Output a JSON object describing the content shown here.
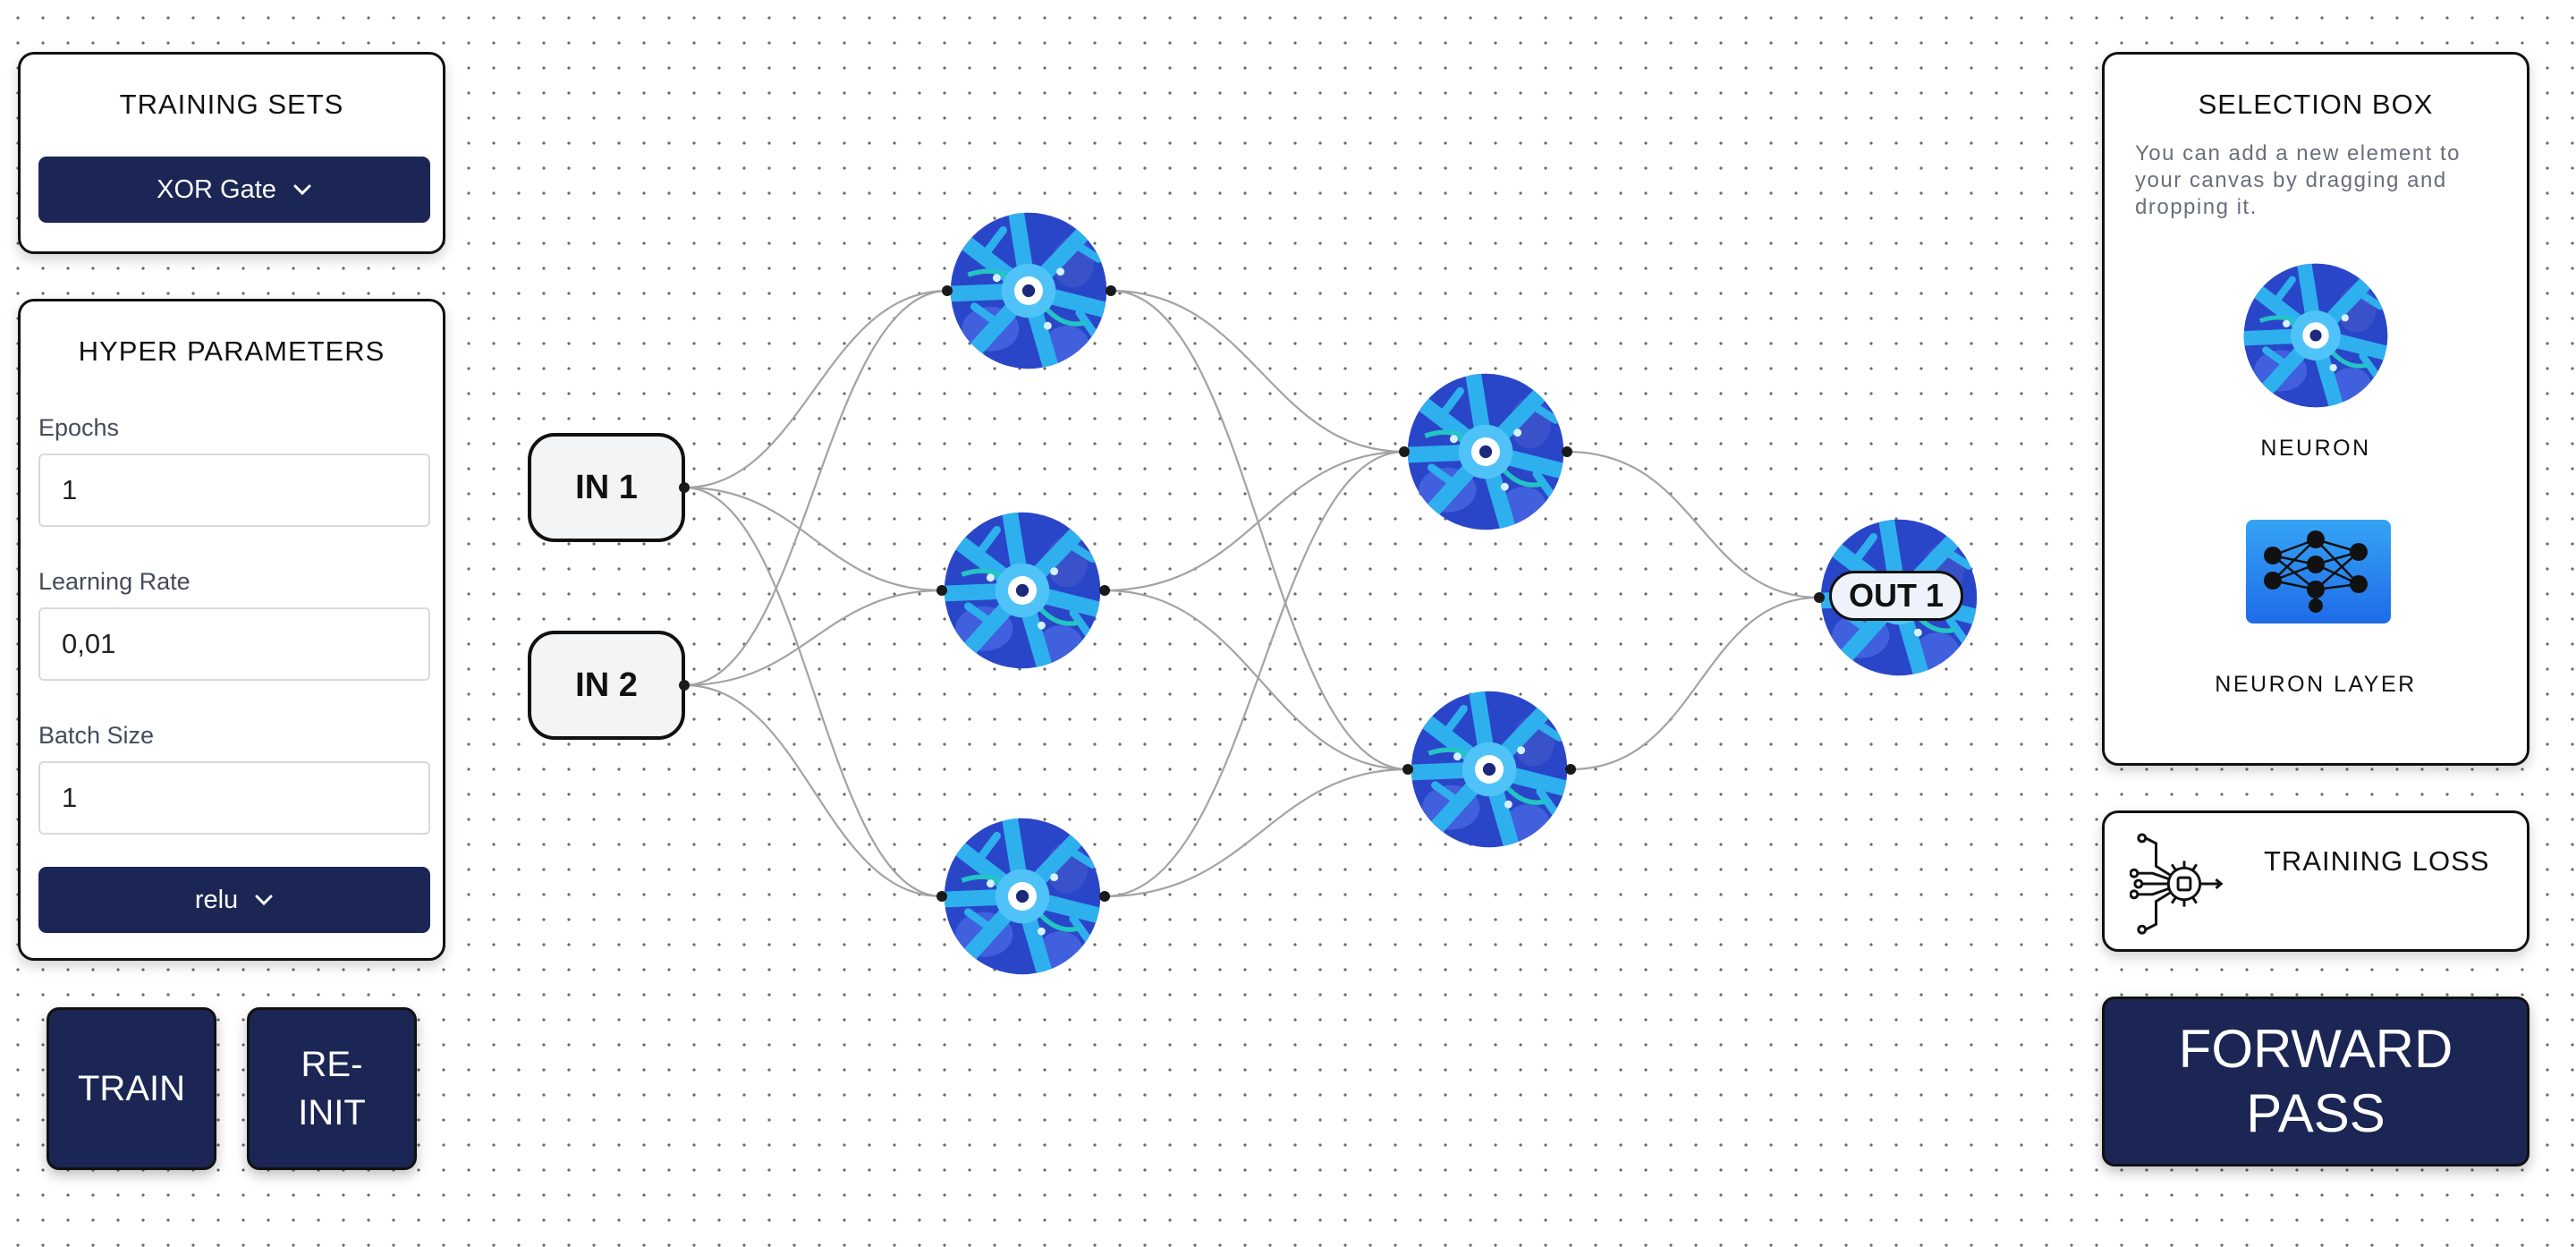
{
  "training_sets": {
    "title": "TRAINING SETS",
    "selected": "XOR Gate"
  },
  "hyper_parameters": {
    "title": "HYPER PARAMETERS",
    "epochs_label": "Epochs",
    "epochs_value": "1",
    "learning_rate_label": "Learning Rate",
    "learning_rate_value": "0,01",
    "batch_size_label": "Batch Size",
    "batch_size_value": "1",
    "activation": "relu"
  },
  "actions": {
    "train": "TRAIN",
    "reinit_line1": "RE-",
    "reinit_line2": "INIT",
    "forward_line1": "FORWARD",
    "forward_line2": "PASS"
  },
  "canvas": {
    "inputs": [
      "IN 1",
      "IN 2"
    ],
    "output": "OUT 1"
  },
  "selection_box": {
    "title": "SELECTION BOX",
    "description": "You can add a new element to your canvas by dragging and dropping it.",
    "items": [
      {
        "label": "NEURON",
        "icon": "neuron-icon"
      },
      {
        "label": "NEURON LAYER",
        "icon": "neural-network-icon"
      }
    ]
  },
  "training_loss": {
    "title": "TRAINING LOSS",
    "icon": "ai-chip-icon"
  },
  "colors": {
    "navy": "#1b2654",
    "neuron_dark": "#2a46c8",
    "neuron_light": "#2fb0ee"
  }
}
